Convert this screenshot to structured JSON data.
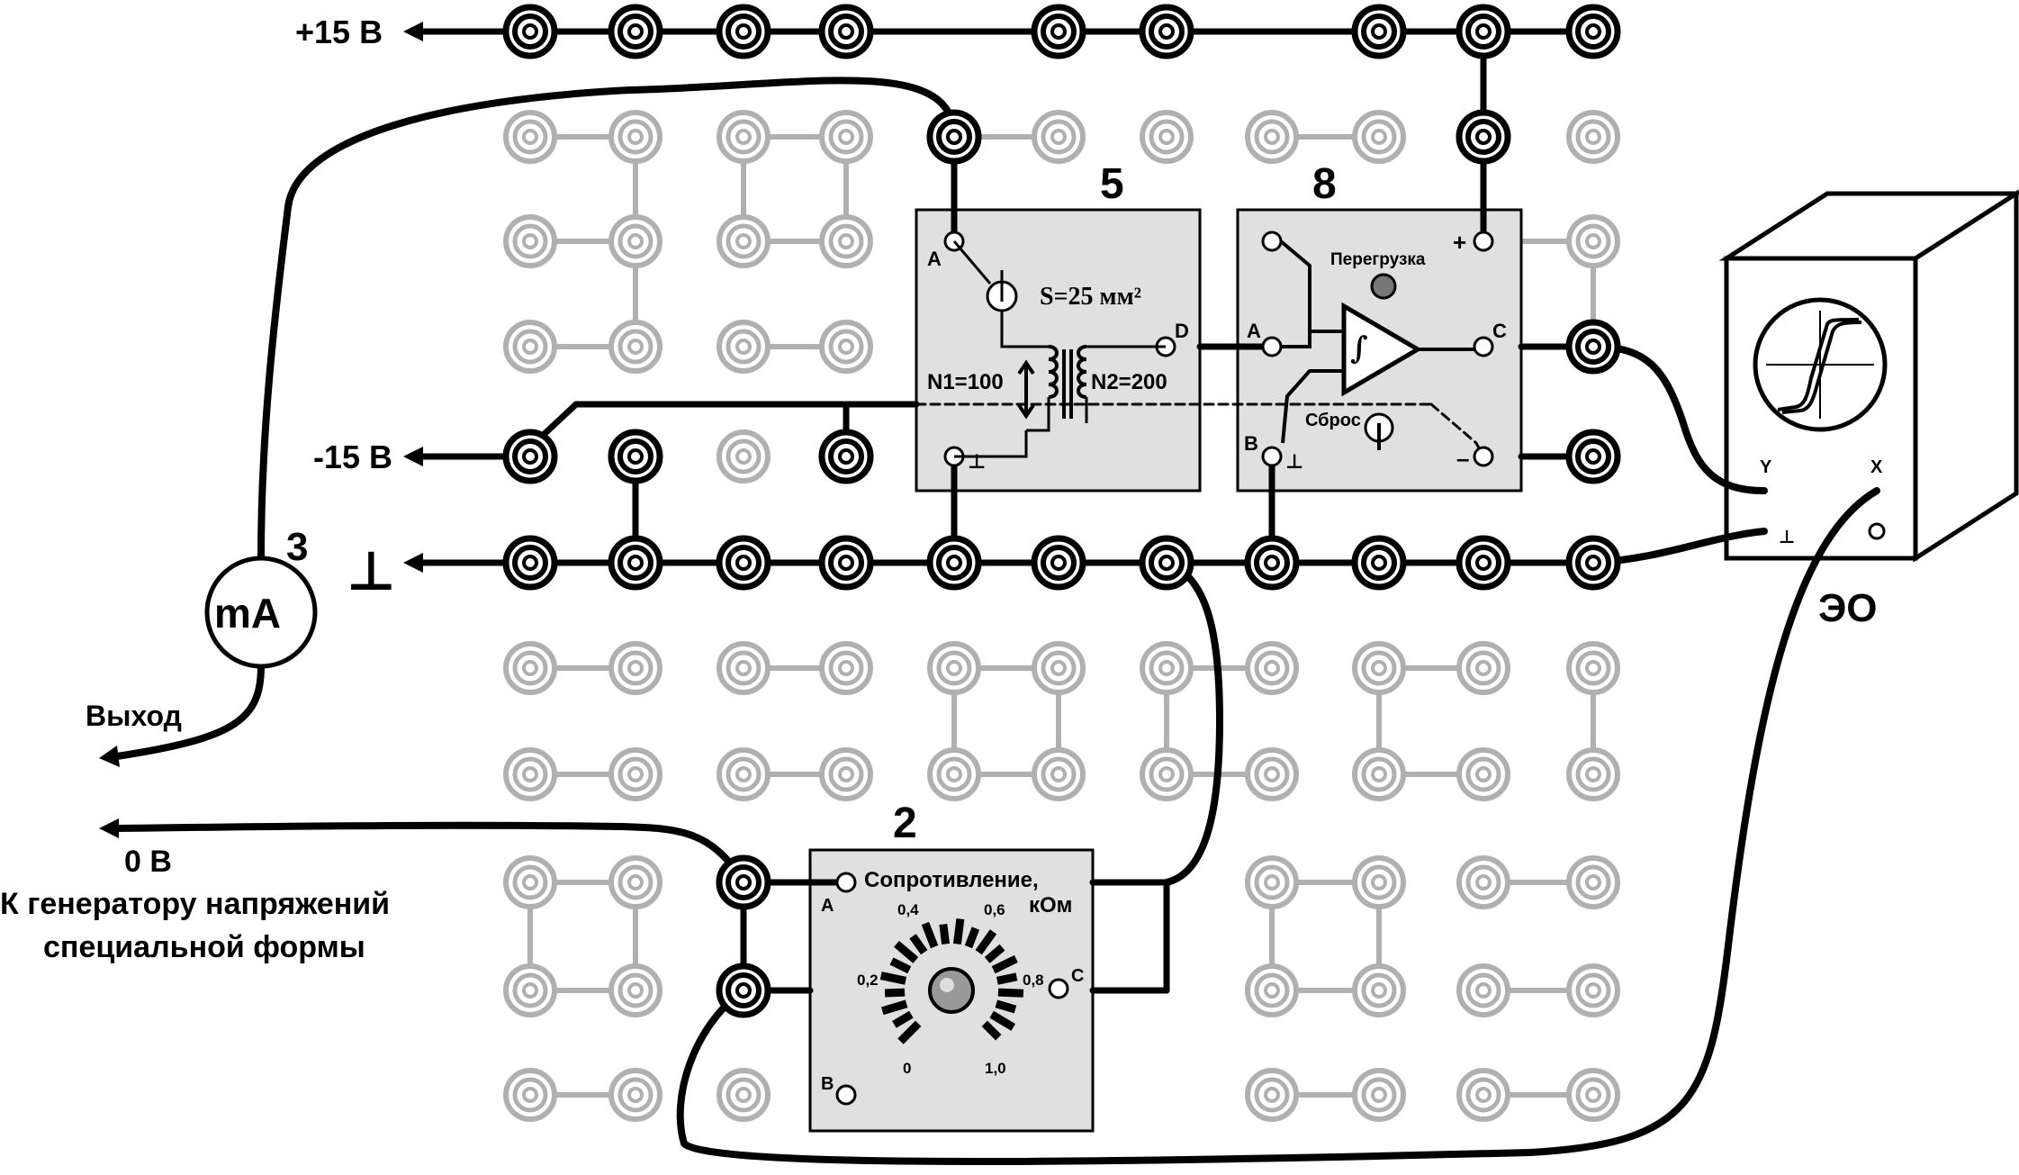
{
  "rails": {
    "plus15": "+15 В",
    "minus15": "-15 В",
    "ground": "⊥"
  },
  "modules": {
    "transformer": {
      "number": "5",
      "terminal_a": "A",
      "terminal_d": "D",
      "terminal_gnd": "⊥",
      "area": "S=25 мм²",
      "n1": "N1=100",
      "n2": "N2=200"
    },
    "integrator": {
      "number": "8",
      "overload": "Перегрузка",
      "reset": "Сброс",
      "plus": "+",
      "minus": "–",
      "terminal_a": "A",
      "terminal_b": "B",
      "terminal_c": "C",
      "terminal_gnd": "⊥",
      "symbol": "∫"
    },
    "resistor": {
      "number": "2",
      "title_line1": "Сопротивление,",
      "title_line2": "кОм",
      "terminal_a": "A",
      "terminal_b": "B",
      "terminal_c": "C",
      "scale": [
        "0",
        "0,2",
        "0,4",
        "0,6",
        "0,8",
        "1,0"
      ]
    },
    "ammeter": {
      "number": "3",
      "symbol": "mA"
    },
    "oscilloscope": {
      "label": "ЭО",
      "input_y": "Y",
      "input_x": "X",
      "input_gnd": "⊥"
    }
  },
  "external": {
    "output": "Выход",
    "zero_v": "0 В",
    "generator_line1": "К генератору напряжений",
    "generator_line2": "специальной формы"
  }
}
